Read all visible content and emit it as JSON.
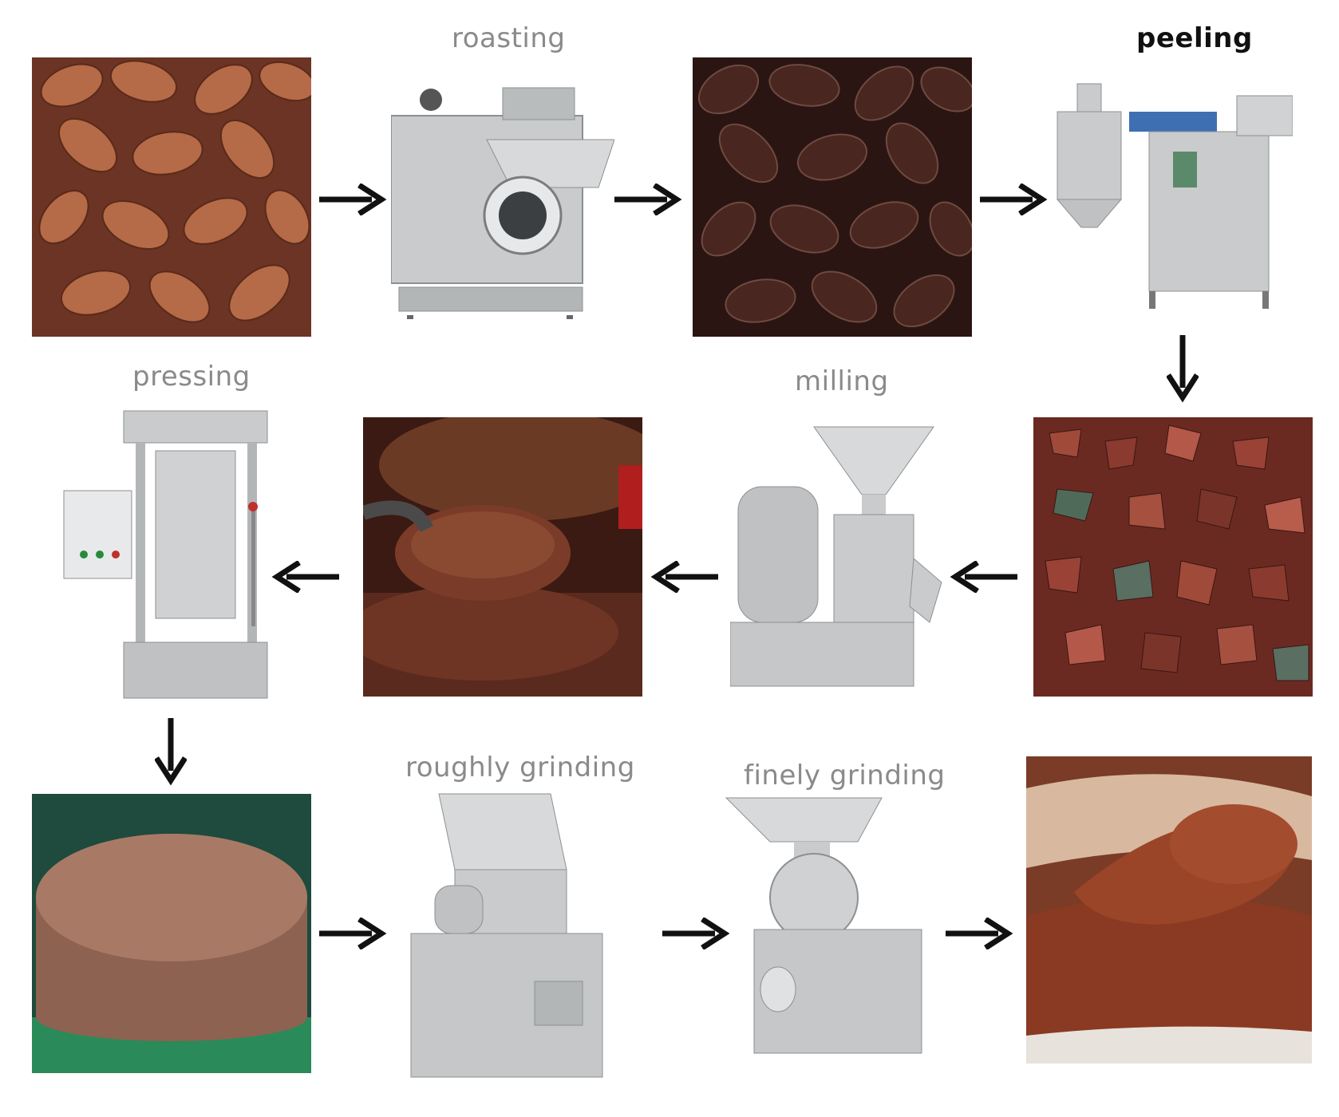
{
  "steps": {
    "roasting": "roasting",
    "peeling": "peeling",
    "pressing": "pressing",
    "milling": "milling",
    "roughly_grinding": "roughly grinding",
    "finely_grinding": "finely grinding"
  },
  "colors": {
    "arrow": "#111111",
    "label_gray": "#8a8a8a",
    "label_dark": "#111111",
    "steel": "#c9cbcc",
    "cocoa_raw": "#a85a3a",
    "cocoa_roasted": "#4a2620",
    "chocolate": "#5a2a1e",
    "powder": "#8a3a22"
  },
  "images": [
    "raw-cocoa-beans",
    "roasting-machine",
    "roasted-cocoa-beans",
    "peeling-machine",
    "cocoa-nibs",
    "colloid-mill",
    "cocoa-liquor",
    "hydraulic-press",
    "cocoa-cake",
    "rough-grinder",
    "fine-grinder",
    "cocoa-powder"
  ]
}
